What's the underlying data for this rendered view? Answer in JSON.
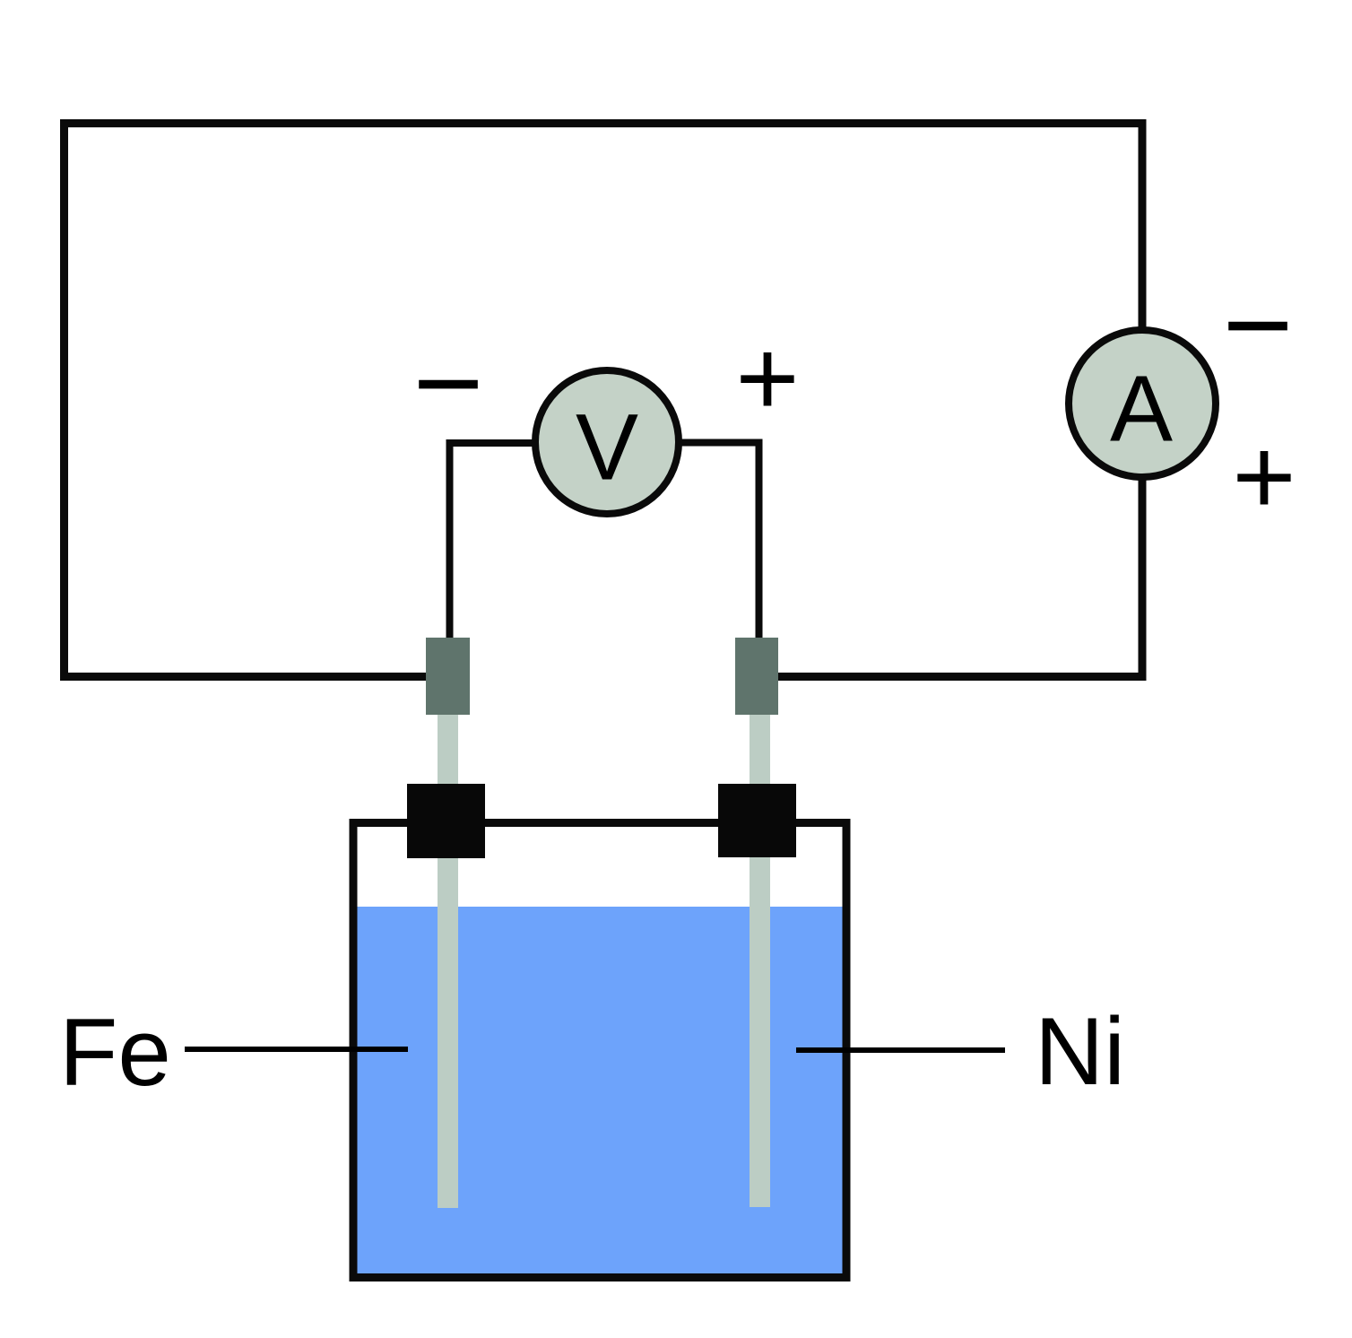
{
  "colors": {
    "background": "#ffffff",
    "wire": "#0a0a0a",
    "meter_fill": "#c4d2c7",
    "meter_stroke": "#0a0a0a",
    "connector": "#5f746c",
    "electrode": "#bccdc4",
    "liquid": "#6da3fb",
    "terminal": "#080808",
    "label": "#000000"
  },
  "meters": {
    "voltmeter": {
      "label": "V",
      "negative_sign": "−",
      "positive_sign": "+"
    },
    "ammeter": {
      "label": "A",
      "negative_sign": "−",
      "positive_sign": "+"
    }
  },
  "electrodes": {
    "left": {
      "label": "Fe"
    },
    "right": {
      "label": "Ni"
    }
  }
}
